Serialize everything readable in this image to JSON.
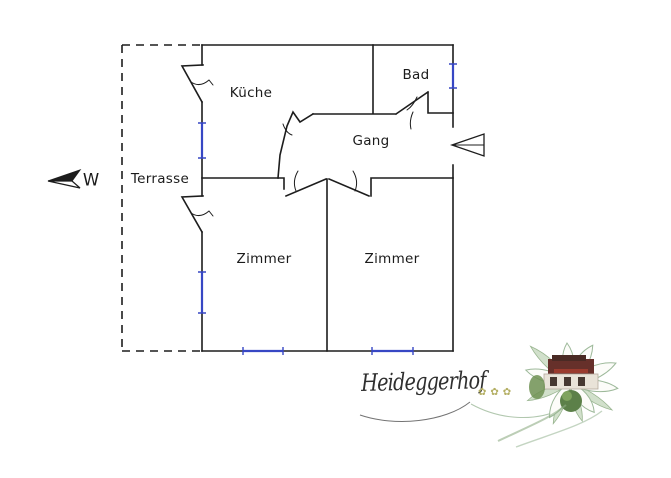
{
  "plan": {
    "rooms": [
      {
        "id": "kueche",
        "label": "Küche"
      },
      {
        "id": "bad",
        "label": "Bad"
      },
      {
        "id": "gang",
        "label": "Gang"
      },
      {
        "id": "terrasse",
        "label": "Terrasse"
      },
      {
        "id": "zimmer-left",
        "label": "Zimmer"
      },
      {
        "id": "zimmer-right",
        "label": "Zimmer"
      }
    ],
    "compass": {
      "label": "W",
      "pointing": "west",
      "icon": "west-arrow-icon"
    },
    "entrance": {
      "icon": "entrance-arrow-icon",
      "side": "east",
      "room": "Gang"
    },
    "features": {
      "windows": [
        {
          "room": "Küche",
          "side": "west"
        },
        {
          "room": "Zimmer",
          "side": "west"
        },
        {
          "room": "Zimmer",
          "side": "south"
        },
        {
          "room": "Zimmer",
          "side": "south"
        },
        {
          "room": "Bad",
          "side": "east"
        }
      ],
      "doors": [
        {
          "from": "Terrasse",
          "to": "Küche"
        },
        {
          "from": "Terrasse",
          "to": "Zimmer"
        },
        {
          "from": "Gang",
          "to": "Küche"
        },
        {
          "from": "Gang",
          "to": "Bad"
        },
        {
          "from": "Gang",
          "to": "Zimmer"
        },
        {
          "from": "Gang",
          "to": "Zimmer"
        },
        {
          "from": "outside",
          "to": "Gang"
        }
      ]
    }
  },
  "branding": {
    "name": "Heideggerhof",
    "star_count": 3,
    "stars_label": "✿✿✿",
    "emblem": "edelweiss-flower-with-farmhouse-photo"
  },
  "colors": {
    "wall": "#1d1d1d",
    "window_blue": "#3747c4",
    "background": "#ffffff",
    "label_text": "#1b1b1b",
    "brand_text": "#2f2f2f",
    "stars": "#b3ae62",
    "petal_outline": "#9db99a",
    "leaf_green": "#8fae85",
    "leaf_light": "#cdddc6",
    "roof_maroon": "#66302a",
    "facade": "#e9e3d8",
    "foliage": "#5c8049"
  }
}
